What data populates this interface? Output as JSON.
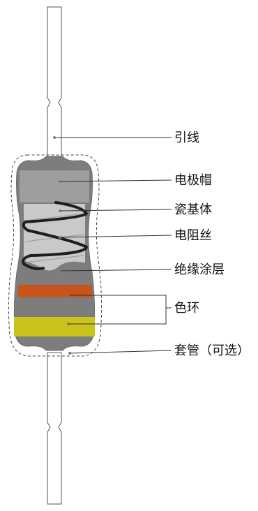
{
  "labels": {
    "lead_wire": "引线",
    "end_cap": "电极帽",
    "ceramic_substrate": "瓷基体",
    "resistance_wire": "电阻丝",
    "insulation_coating": "绝缘涂层",
    "color_bands": "色环",
    "sleeve": "套管（可选）"
  },
  "colors": {
    "body": "#7d7d7d",
    "end_cap_face": "#9e9e9e",
    "substrate": "#c9c9c9",
    "wire": "#1e1e1e",
    "band_orange": "#c8541a",
    "band_yellow": "#c9c31a",
    "lead": "#ffffff",
    "outline": "#555555"
  }
}
